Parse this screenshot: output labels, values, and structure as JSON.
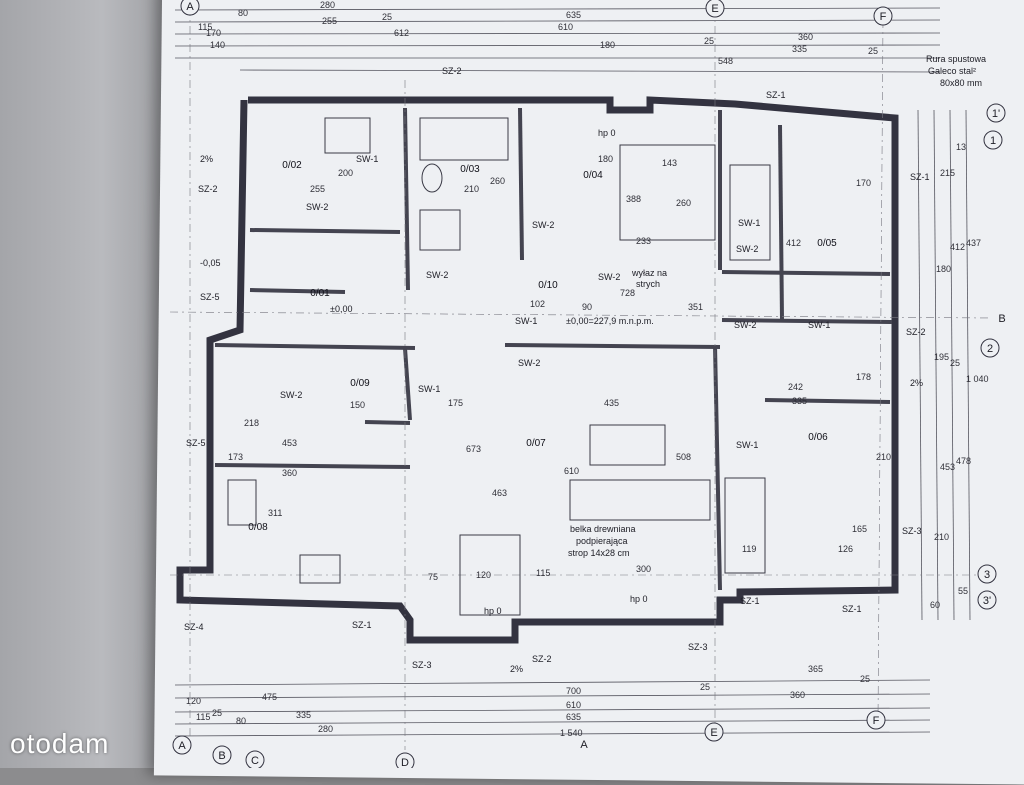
{
  "watermark": "otodam",
  "axis_labels": [
    "A",
    "B",
    "C",
    "D",
    "E",
    "F",
    "1'",
    "1",
    "2",
    "3",
    "3'"
  ],
  "section_mark": "A",
  "section_mark_b": "B",
  "annotations": {
    "downpipe_top": "Rura spustowa",
    "downpipe_top_2": "Galeco stal²",
    "downpipe_top_3": "80x80 mm",
    "beam_1": "belka drewniana",
    "beam_2": "podpierająca",
    "beam_3": "strop 14x28 cm",
    "hatch_1": "wyłaz na",
    "hatch_2": "strych",
    "level_floor": "±0,00=227,9 m.n.p.m.",
    "level_zero": "±0,00",
    "level_minus": "-0,05",
    "slope": "2%",
    "hp0": "hp 0"
  },
  "rooms": [
    "0/01",
    "0/02",
    "0/03",
    "0/04",
    "0/05",
    "0/06",
    "0/07",
    "0/08",
    "0/09",
    "0/10"
  ],
  "wall_tags": [
    "SZ-1",
    "SZ-2",
    "SZ-3",
    "SZ-4",
    "SZ-5",
    "SW-1",
    "SW-2"
  ],
  "dimensions": {
    "top": [
      "115",
      "80",
      "255",
      "25",
      "612",
      "635",
      "610",
      "180",
      "25",
      "335",
      "548",
      "360",
      "25",
      "280",
      "170",
      "140"
    ],
    "bottom": [
      "120",
      "25",
      "475",
      "700",
      "610",
      "635",
      "25",
      "335",
      "280",
      "1 540",
      "365",
      "360",
      "25",
      "115",
      "80"
    ],
    "inner": [
      "255",
      "200",
      "260",
      "210",
      "180",
      "143",
      "388",
      "260",
      "233",
      "412",
      "170",
      "728",
      "351",
      "102",
      "90",
      "435",
      "673",
      "463",
      "610",
      "508",
      "311",
      "453",
      "173",
      "360",
      "150",
      "175",
      "218",
      "300",
      "120",
      "75",
      "115",
      "242",
      "335",
      "178",
      "210",
      "119",
      "126",
      "165"
    ],
    "right": [
      "215",
      "13",
      "412",
      "437",
      "180",
      "195",
      "25",
      "1 040",
      "478",
      "453",
      "210",
      "60",
      "55"
    ]
  }
}
